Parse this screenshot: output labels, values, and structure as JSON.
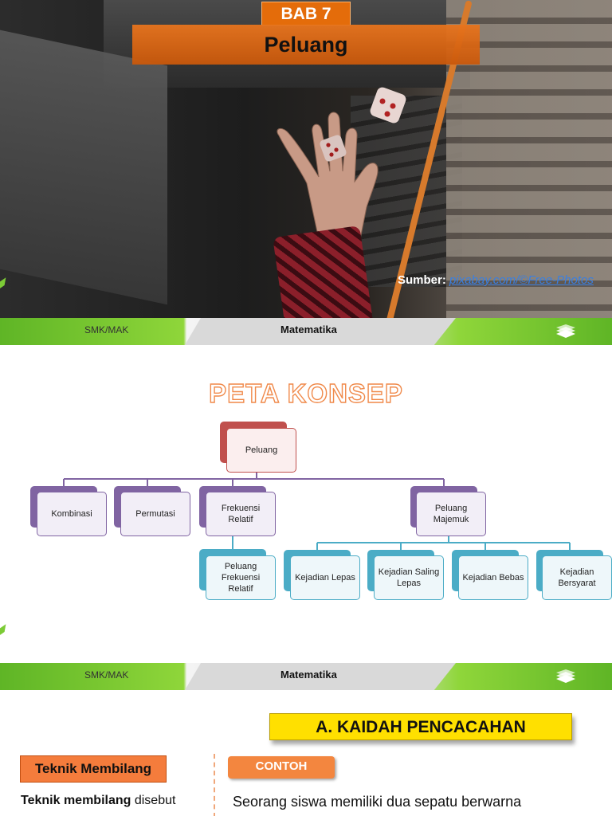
{
  "slide1": {
    "chapter_label": "BAB 7",
    "title": "Peluang",
    "source_label": "Sumber:",
    "source_link": "pixabay.com/©Free-Photos"
  },
  "footer": {
    "left_label": "SMK/MAK",
    "center_label": "Matematika",
    "icon": "books-icon"
  },
  "slide2": {
    "title": "PETA KONSEP",
    "root": "Peluang",
    "level1": [
      "Kombinasi",
      "Permutasi",
      "Frekuensi Relatif",
      "Peluang Majemuk"
    ],
    "frekuensi_child": "Peluang Frekuensi Relatif",
    "majemuk_children": [
      "Kejadian Lepas",
      "Kejadian Saling Lepas",
      "Kejadian Bebas",
      "Kejadian Bersyarat"
    ],
    "colors": {
      "root": "#c0504d",
      "level1": "#8064a2",
      "level2": "#4bacc6",
      "connector": "#8064a2"
    }
  },
  "slide3": {
    "section_heading": "A.  KAIDAH PENCACAHAN",
    "left_box": "Teknik Membilang",
    "left_text_bold": "Teknik membilang",
    "left_text_rest": " disebut",
    "example_tag": "CONTOH",
    "example_text": "Seorang siswa memiliki dua sepatu berwarna"
  }
}
